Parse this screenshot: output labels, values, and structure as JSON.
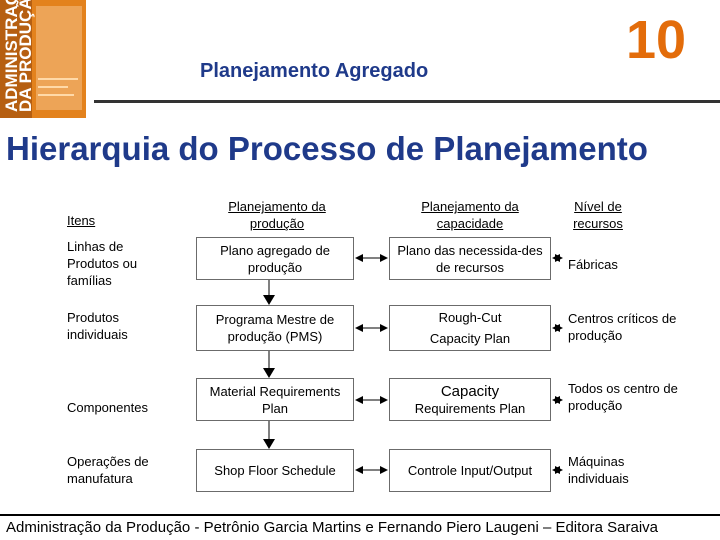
{
  "book_cover": {
    "title_words": [
      "ADMINISTRAÇÃO",
      "DA PRODUÇÃO"
    ]
  },
  "header": {
    "subtitle": "Planejamento Agregado",
    "chapter_number": "10"
  },
  "title": "Hierarquia do Processo de Planejamento",
  "columns": {
    "itens": "Itens",
    "producao": "Planejamento da produção",
    "capacidade": "Planejamento da capacidade",
    "recursos": "Nível de recursos"
  },
  "rows": [
    {
      "item": "Linhas de Produtos ou famílias",
      "production": "Plano agregado de produção",
      "capacity": "Plano das necessida-des de recursos",
      "resources": "Fábricas"
    },
    {
      "item": "Produtos individuais",
      "production": "Programa Mestre de produção (PMS)",
      "capacity_line1": "Rough-Cut",
      "capacity_line2": "Capacity Plan",
      "resources": "Centros críticos de produção"
    },
    {
      "item": "Componentes",
      "production": "Material Requirements Plan",
      "capacity_line1": "Capacity",
      "capacity_line2": "Requirements Plan",
      "resources": "Todos os centro de produção"
    },
    {
      "item": "Operações de manufatura",
      "production": "Shop Floor Schedule",
      "capacity": "Controle Input/Output",
      "resources": "Máquinas individuais"
    }
  ],
  "footer": "Administração da Produção - Petrônio Garcia Martins e Fernando Piero Laugeni – Editora Saraiva",
  "colors": {
    "title_blue": "#1f3a8a",
    "chapter_orange": "#e36c0a",
    "cover_orange": "#e3821d"
  },
  "icons": [
    "arrow-down-icon",
    "double-arrow-icon"
  ]
}
